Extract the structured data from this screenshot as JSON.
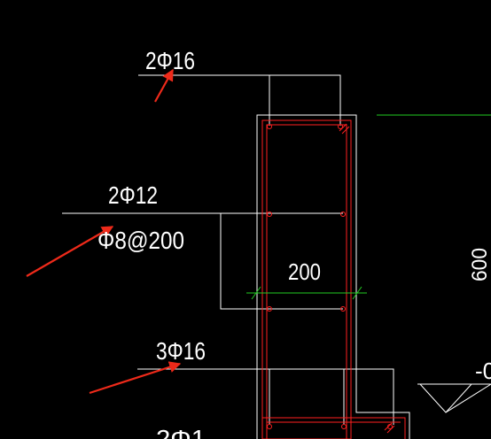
{
  "labels": {
    "top_bars": "2Φ16",
    "middle_bars": "2Φ12",
    "stirrups": "Φ8@200",
    "width_dim": "200",
    "bottom_bars": "3Φ16",
    "height_dim": "600",
    "elevation_prefix": "-0",
    "bottom_partial": "2Φ1"
  },
  "colors": {
    "background": "#000000",
    "leader_line": "#ffffff",
    "rebar": "#ff2020",
    "dimension": "#22cc22",
    "arrow": "#ee2a1a"
  }
}
